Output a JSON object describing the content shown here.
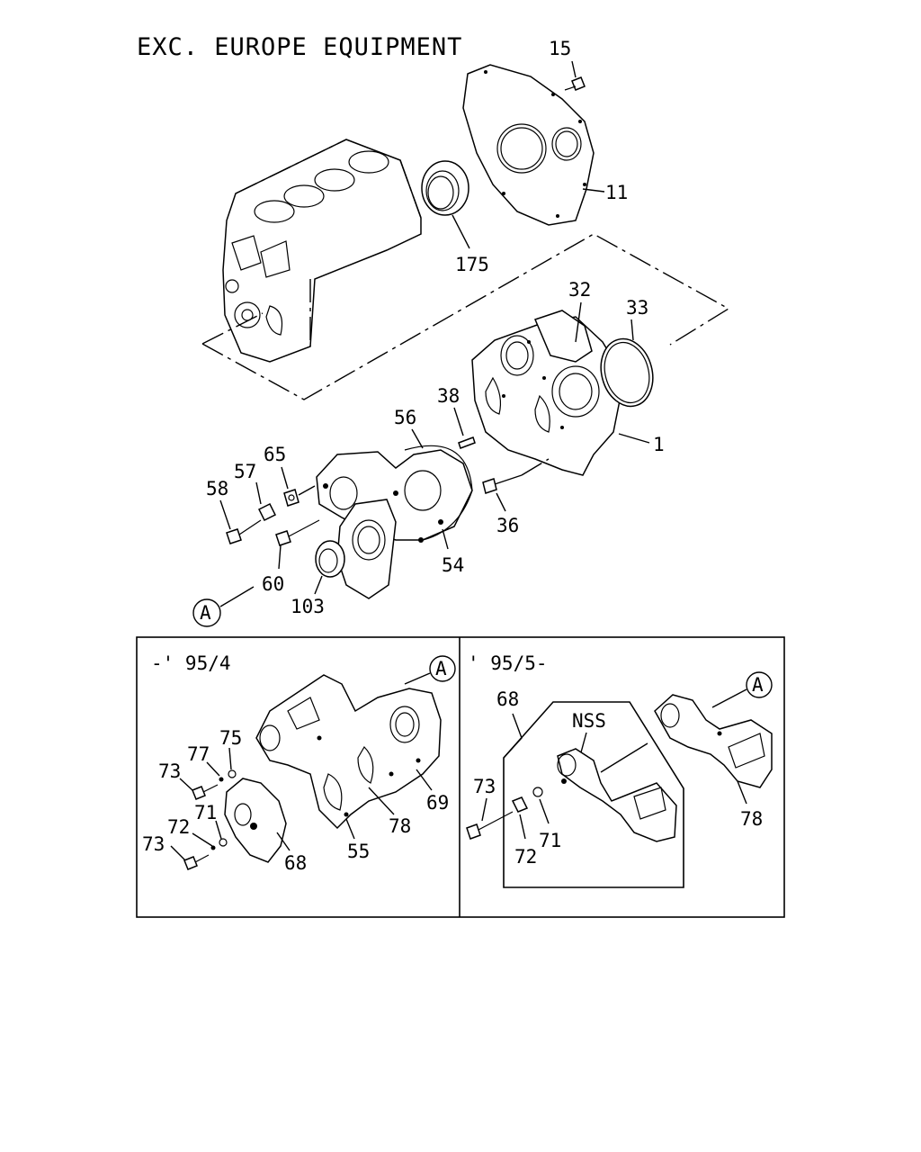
{
  "title": "EXC.  EUROPE EQUIPMENT",
  "callout_ref": "A",
  "inset_left": {
    "label": "-' 95/4"
  },
  "inset_right": {
    "label": "' 95/5-",
    "nss": "NSS"
  },
  "callouts": {
    "c15": "15",
    "c11": "11",
    "c175": "175",
    "c32": "32",
    "c33": "33",
    "c1": "1",
    "c38": "38",
    "c56": "56",
    "c65": "65",
    "c57": "57",
    "c58": "58",
    "c36": "36",
    "c54": "54",
    "c60": "60",
    "c103": "103",
    "l75": "75",
    "l77": "77",
    "l73a": "73",
    "l69": "69",
    "l71": "71",
    "l72": "72",
    "l73b": "73",
    "l78": "78",
    "l55": "55",
    "l68": "68",
    "r68": "68",
    "r73": "73",
    "r72": "72",
    "r71": "71",
    "r78": "78"
  }
}
